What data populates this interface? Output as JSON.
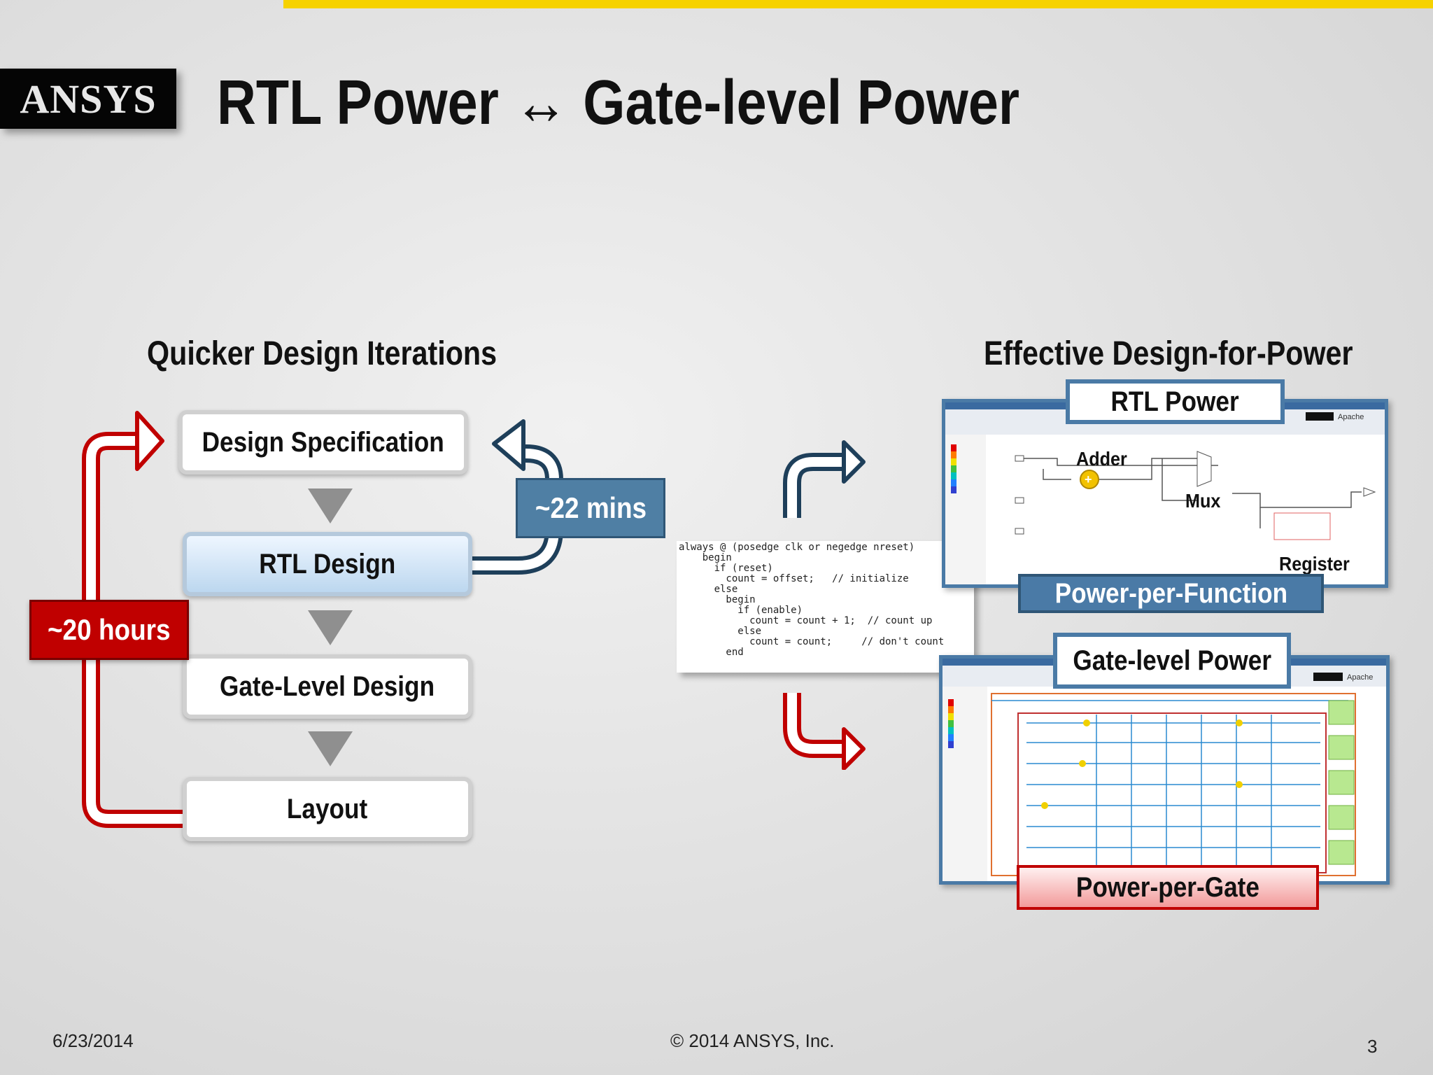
{
  "slide": {
    "logo": "ANSYS",
    "title": "RTL Power ↔ Gate-level Power"
  },
  "left": {
    "heading": "Quicker Design Iterations",
    "stages": [
      "Design Specification",
      "RTL Design",
      "Gate-Level Design",
      "Layout"
    ],
    "slow_loop": "~20 hours",
    "fast_loop": "~22 mins"
  },
  "right": {
    "heading": "Effective Design-for-Power",
    "code": "always @ (posedge clk or negedge nreset)\n    begin\n      if (reset)\n        count = offset;   // initialize\n      else\n        begin\n          if (enable)\n            count = count + 1;  // count up\n          else\n            count = count;     // don't count\n        end",
    "rtl_view": {
      "label": "RTL Power",
      "caption": "Power-per-Function",
      "callouts": [
        "Adder",
        "Mux",
        "Register"
      ]
    },
    "gate_view": {
      "label": "Gate-level Power",
      "caption": "Power-per-Gate"
    },
    "tool_brand": "Apache"
  },
  "footer": {
    "date": "6/23/2014",
    "copyright": "© 2014 ANSYS, Inc.",
    "page": "3"
  },
  "colors": {
    "accent_yellow": "#f6d200",
    "loop_red": "#c00000",
    "loop_blue": "#4f7fa4",
    "frame_blue": "#4a7aa6"
  }
}
